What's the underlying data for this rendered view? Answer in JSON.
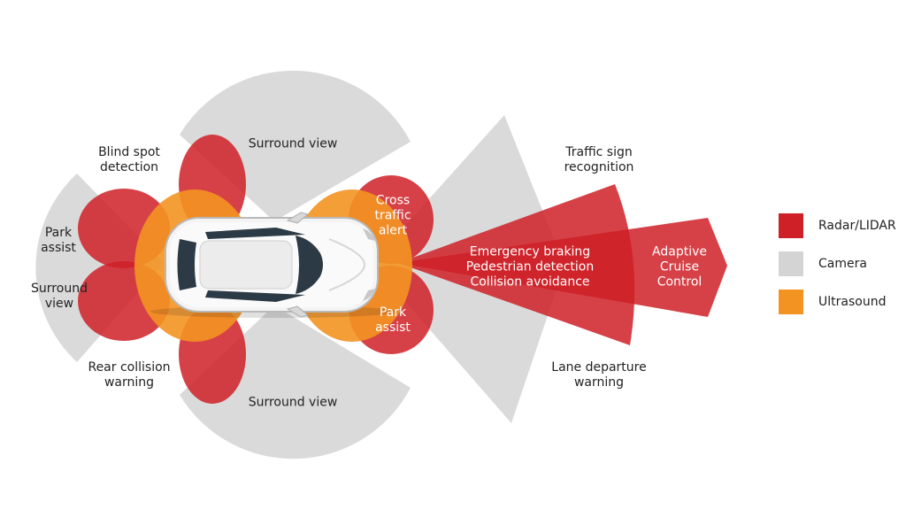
{
  "colors": {
    "radar": "#cf2027",
    "camera": "#d4d4d4",
    "ultrasound": "#f39322"
  },
  "labels": {
    "blind_spot": "Blind spot\ndetection",
    "surround_top": "Surround view",
    "surround_bottom": "Surround view",
    "park_assist_left": "Park\nassist",
    "surround_left": "Surround\nview",
    "rear_collision": "Rear collision\nwarning",
    "cross_traffic": "Cross\ntraffic\nalert",
    "park_assist_right": "Park\nassist",
    "traffic_sign": "Traffic sign\nrecognition",
    "lane_departure": "Lane departure\nwarning",
    "emergency": "Emergency braking\nPedestrian detection\nCollision avoidance",
    "adaptive_cruise": "Adaptive\nCruise\nControl"
  },
  "legend": [
    {
      "label": "Radar/LIDAR",
      "color": "#cf2027"
    },
    {
      "label": "Camera",
      "color": "#d4d4d4"
    },
    {
      "label": "Ultrasound",
      "color": "#f39322"
    }
  ]
}
